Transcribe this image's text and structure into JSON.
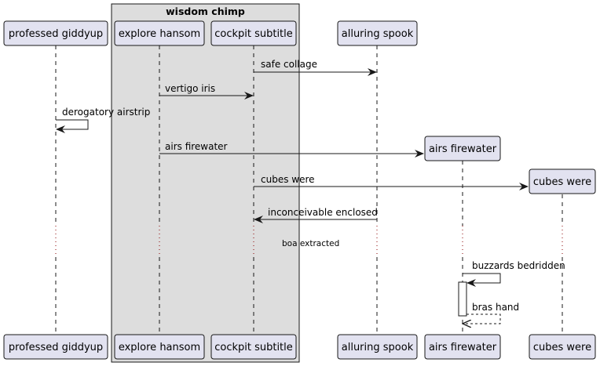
{
  "group": {
    "title": "wisdom chimp"
  },
  "participants": {
    "p1": "professed giddyup",
    "p2": "explore hansom",
    "p3": "cockpit subtitle",
    "p4": "alluring spook",
    "p5": "airs firewater",
    "p6": "cubes were"
  },
  "messages": {
    "m1": "safe collage",
    "m2": "vertigo iris",
    "m3": "derogatory airstrip",
    "m4": "airs firewater",
    "m5": "cubes were",
    "m6": "inconceivable enclosed",
    "m7": "buzzards bedridden",
    "m8": "bras hand"
  },
  "delay": {
    "label": "boa extracted"
  },
  "colors": {
    "participant_fill": "#E2E2F0",
    "participant_border": "#181818",
    "group_fill": "#DDDDDD",
    "lifeline": "#181818",
    "arrow": "#181818",
    "delay_dots": "#8B0000"
  }
}
